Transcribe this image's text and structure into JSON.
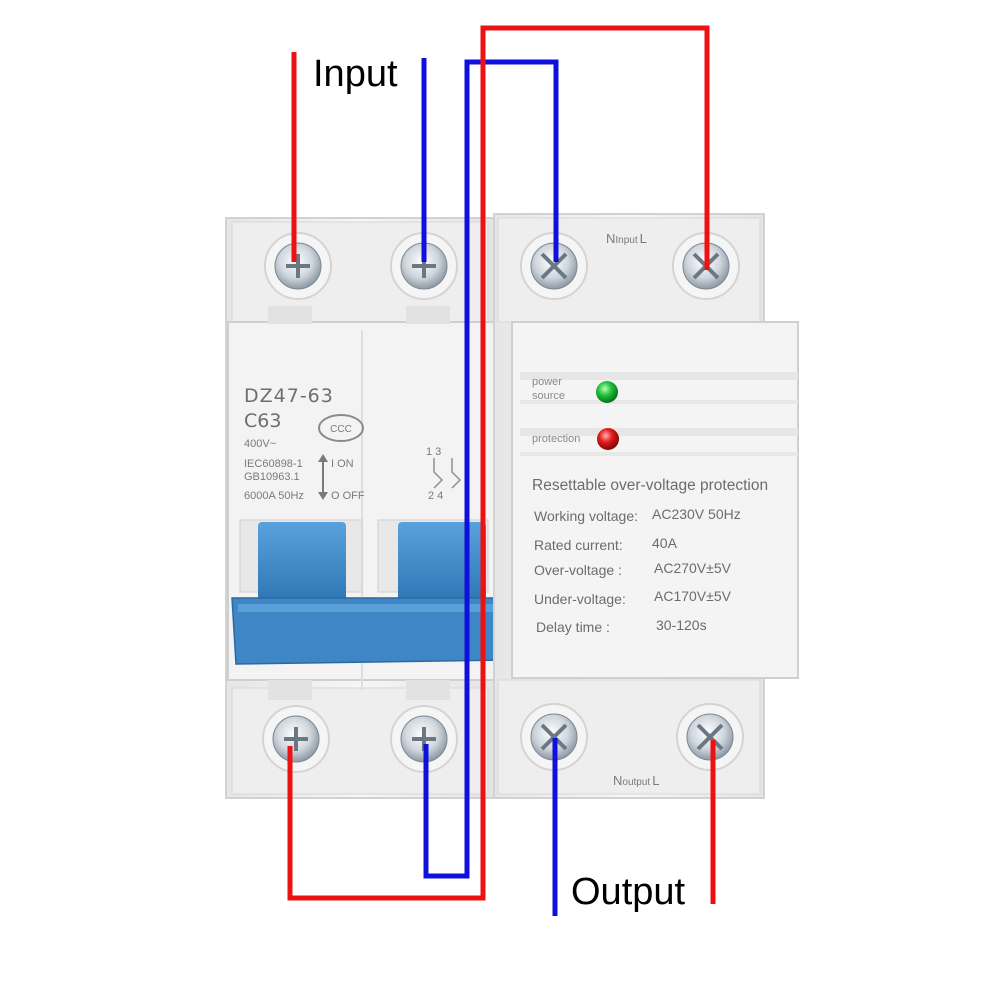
{
  "labels": {
    "input": "Input",
    "output": "Output"
  },
  "breaker": {
    "model": "DZ47-63",
    "rating": "C63",
    "voltage": "400V~",
    "standard_1": "IEC60898-1",
    "standard_2": "GB10963.1",
    "capacity": "6000A 50Hz",
    "on_label": "I ON",
    "off_label": "O OFF",
    "cert_mark": "CCC",
    "top_terminals": "1   3",
    "bottom_terminals": "2   4"
  },
  "protector": {
    "top_terminal_label_n": "N",
    "top_terminal_label": "Input",
    "top_terminal_label_l": "L",
    "bottom_terminal_label_n": "N",
    "bottom_terminal_label": "output",
    "bottom_terminal_label_l": "L",
    "led_power_line1": "power",
    "led_power_line2": "source",
    "led_protection": "protection",
    "title": "Resettable over-voltage protection",
    "specs": [
      {
        "name": "Working voltage:",
        "value": "AC230V 50Hz"
      },
      {
        "name": "Rated current:",
        "value": "40A"
      },
      {
        "name": "Over-voltage :",
        "value": "AC270V±5V"
      },
      {
        "name": "Under-voltage:",
        "value": "AC170V±5V"
      },
      {
        "name": "Delay  time :",
        "value": "30-120s"
      }
    ]
  },
  "colors": {
    "wire_live": "#ee1111",
    "wire_neutral": "#1010dd",
    "handle_blue": "#3d86c6",
    "housing": "#f0f0f0",
    "led_green": "#1fc23a",
    "led_red": "#e41b1b"
  }
}
